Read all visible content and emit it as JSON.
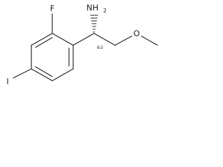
{
  "molecule": {
    "atoms": {
      "fluorine": "F",
      "iodine": "I",
      "oxygen": "O",
      "amine_n": "N",
      "amine_h": "H",
      "amine_h_count": "2"
    },
    "stereo_label": "&1",
    "stereo_bond": "hashed-wedge",
    "line_color": "#222222"
  }
}
